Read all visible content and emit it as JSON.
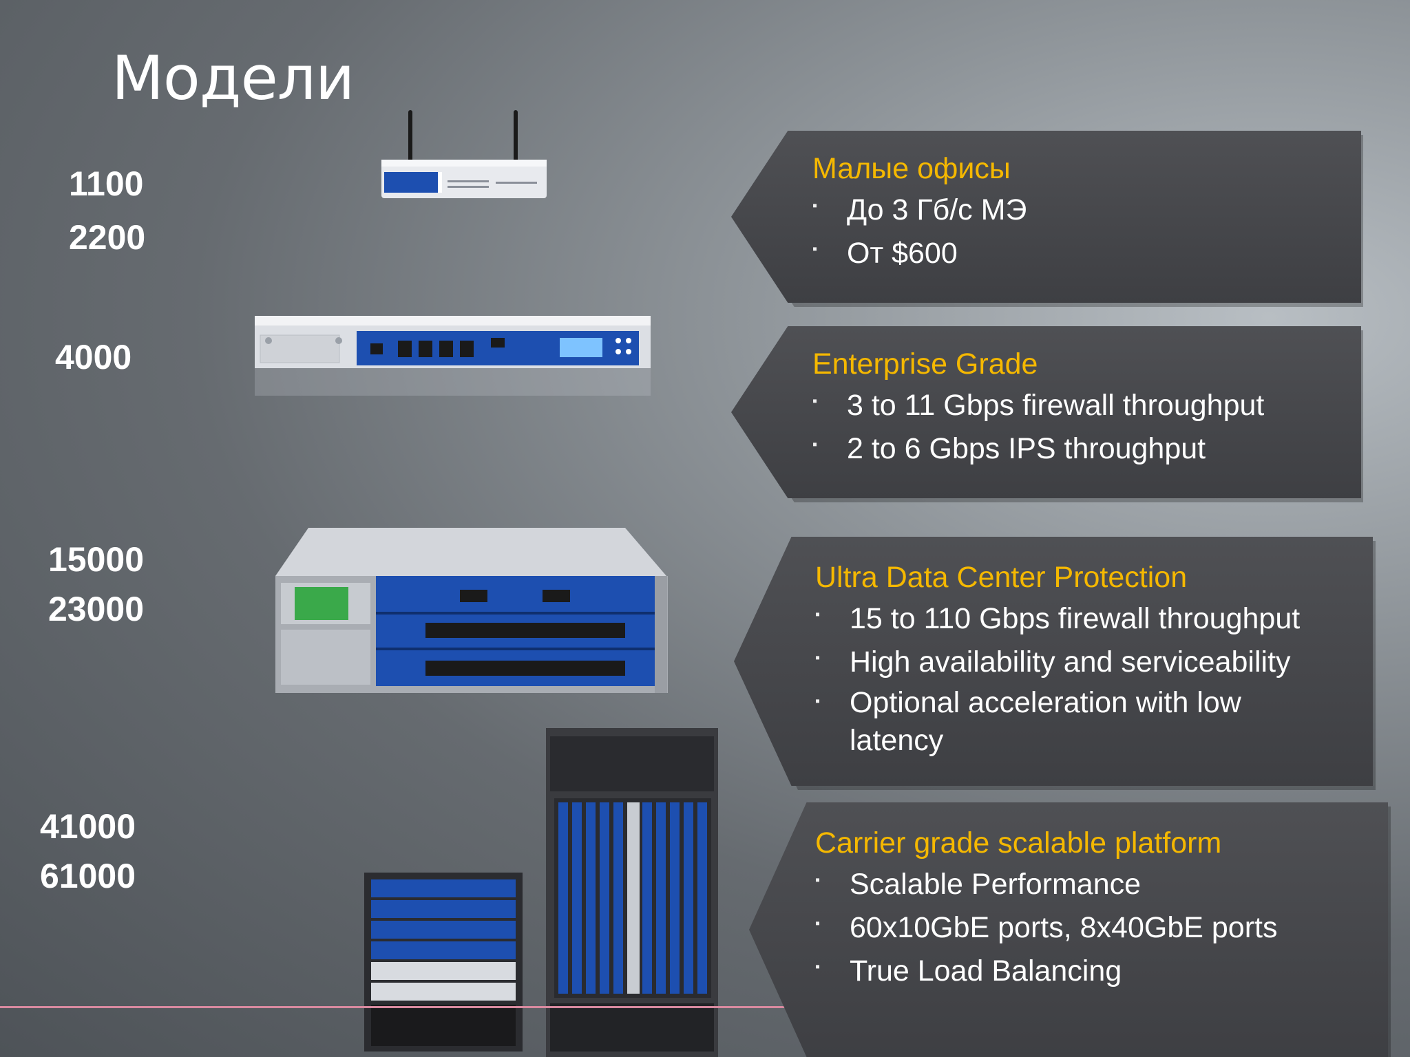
{
  "slide": {
    "title": "Модели"
  },
  "models": {
    "group1": [
      "1100",
      "2200"
    ],
    "group2": [
      "4000"
    ],
    "group3": [
      "15000",
      "23000"
    ],
    "group4": [
      "41000",
      "61000"
    ]
  },
  "panels": [
    {
      "heading": "Малые офисы",
      "bullets": [
        "До 3 Гб/с МЭ",
        "От $600"
      ]
    },
    {
      "heading": "Enterprise Grade",
      "bullets": [
        "3 to 11 Gbps firewall throughput",
        "2 to 6 Gbps IPS throughput"
      ]
    },
    {
      "heading": "Ultra Data Center Protection",
      "bullets": [
        "15  to 110 Gbps firewall throughput",
        "High availability and serviceability",
        "Optional acceleration with low latency"
      ]
    },
    {
      "heading": "Carrier grade scalable platform",
      "bullets": [
        "Scalable Performance",
        "60x10GbE ports, 8x40GbE ports",
        "True Load Balancing"
      ]
    }
  ],
  "colors": {
    "heading": "#f5b800",
    "text": "#ffffff",
    "panel": "#46474b",
    "accent_line": "#d98aa0"
  },
  "icons": {
    "bullet": "▪"
  }
}
